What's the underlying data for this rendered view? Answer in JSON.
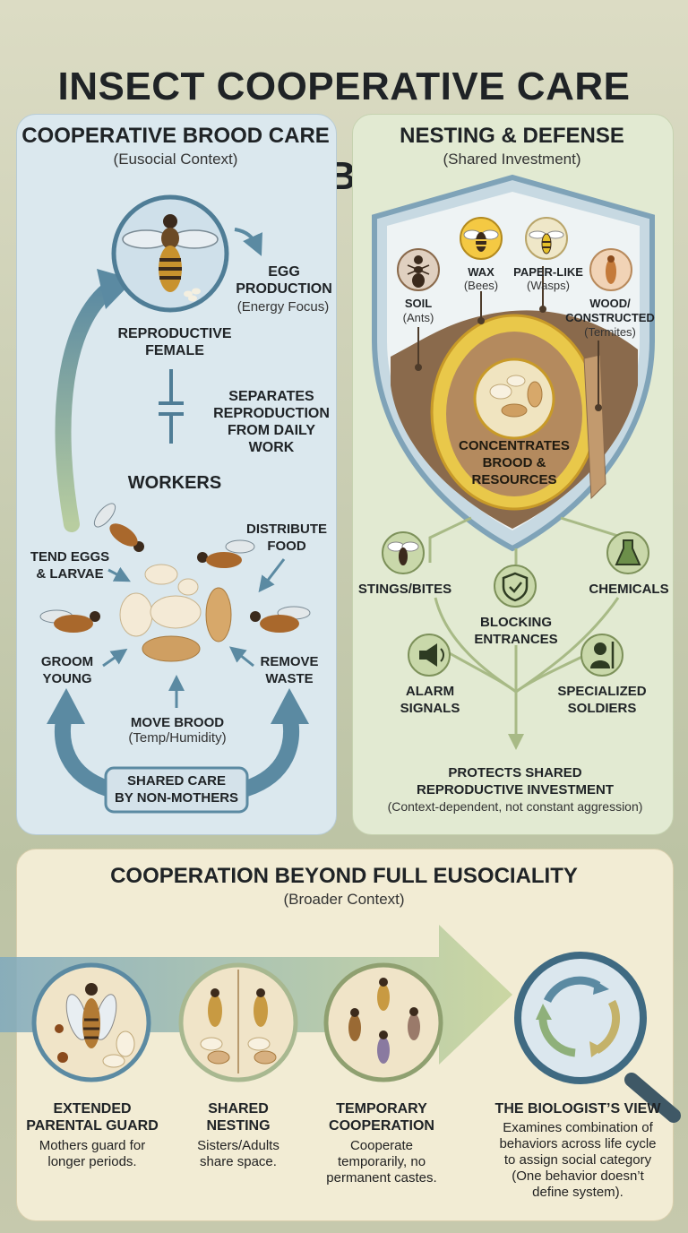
{
  "title_line1": "INSECT COOPERATIVE CARE",
  "title_line2": "& SOCIAL BEHAVIORS",
  "brood": {
    "title": "COOPERATIVE BROOD CARE",
    "subtitle": "(Eusocial Context)",
    "egg_label": "EGG\nPRODUCTION",
    "egg_note": "(Energy Focus)",
    "reproductive_female": "REPRODUCTIVE\nFEMALE",
    "separates": "SEPARATES\nREPRODUCTION\nFROM DAILY WORK",
    "workers": "WORKERS",
    "tend": "TEND EGGS\n& LARVAE",
    "distribute": "DISTRIBUTE\nFOOD",
    "groom": "GROOM\nYOUNG",
    "remove": "REMOVE\nWASTE",
    "move": "MOVE BROOD",
    "move_note": "(Temp/Humidity)",
    "shared_care": "SHARED CARE\nBY NON-MOTHERS"
  },
  "nesting": {
    "title": "NESTING & DEFENSE",
    "subtitle": "(Shared Investment)",
    "soil": "SOIL",
    "soil_note": "(Ants)",
    "wax": "WAX",
    "wax_note": "(Bees)",
    "paper": "PAPER-LIKE",
    "paper_note": "(Wasps)",
    "wood": "WOOD/\nCONSTRUCTED",
    "wood_note": "(Termites)",
    "concentrates": "CONCENTRATES\nBROOD &\nRESOURCES",
    "stings": "STINGS/BITES",
    "chemicals": "CHEMICALS",
    "blocking": "BLOCKING\nENTRANCES",
    "alarm": "ALARM\nSIGNALS",
    "soldiers": "SPECIALIZED\nSOLDIERS",
    "protects": "PROTECTS SHARED\nREPRODUCTIVE INVESTMENT",
    "protects_note": "(Context-dependent, not constant aggression)"
  },
  "beyond": {
    "title": "COOPERATION BEYOND FULL EUSOCIALITY",
    "subtitle": "(Broader Context)",
    "items": [
      {
        "title": "EXTENDED\nPARENTAL GUARD",
        "desc": "Mothers guard for\nlonger periods."
      },
      {
        "title": "SHARED\nNESTING",
        "desc": "Sisters/Adults\nshare space."
      },
      {
        "title": "TEMPORARY\nCOOPERATION",
        "desc": "Cooperate\ntemporarily, no\npermanent castes."
      }
    ],
    "view_title": "THE BIOLOGIST’S VIEW",
    "view_desc": "Examines combination of\nbehaviors across life cycle\nto assign social category\n(One behavior doesn’t\ndefine system)."
  },
  "colors": {
    "blue_arrow": "#5b8aa2",
    "green_line": "#a8ba86",
    "shield_border": "#7fa3b8",
    "honey": "#e9c84a",
    "soil": "#8a6a4c"
  }
}
